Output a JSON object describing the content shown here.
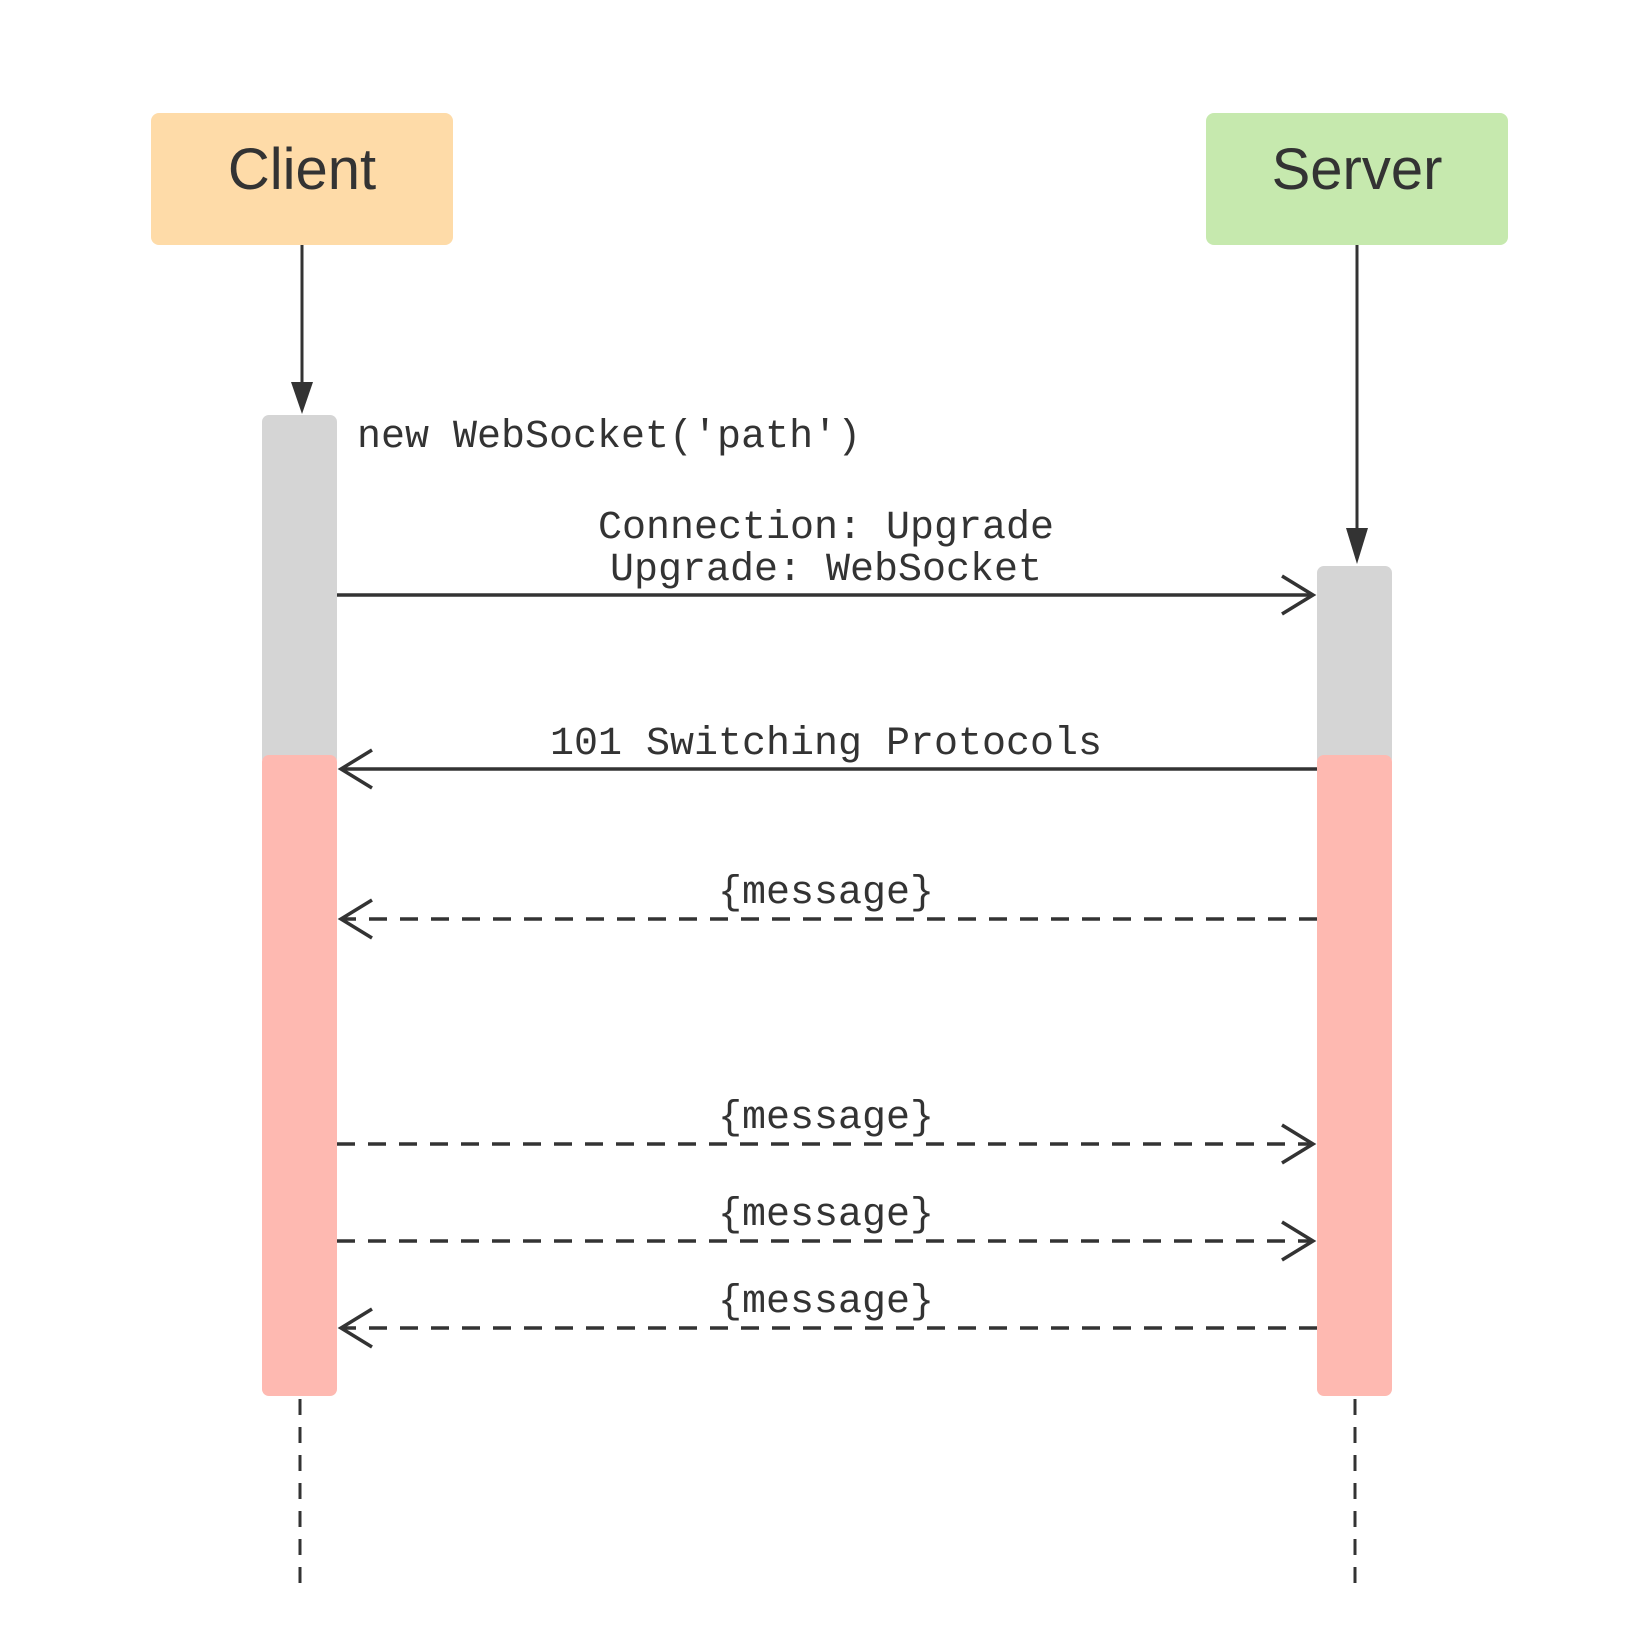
{
  "participants": {
    "client": {
      "label": "Client",
      "color": "#fedba8"
    },
    "server": {
      "label": "Server",
      "color": "#c6e9ae"
    }
  },
  "activation_colors": {
    "handshake": "#d5d5d5",
    "open": "#feb9b1"
  },
  "line_color": "#333333",
  "messages": {
    "create": {
      "label": "new WebSocket('path')"
    },
    "upgrade_request": {
      "line1": "Connection: Upgrade",
      "line2": "Upgrade: WebSocket",
      "direction": "client-to-server",
      "style": "solid"
    },
    "switching": {
      "label": "101 Switching Protocols",
      "direction": "server-to-client",
      "style": "solid"
    },
    "message_1": {
      "label": "{message}",
      "direction": "server-to-client",
      "style": "dashed"
    },
    "message_2": {
      "label": "{message}",
      "direction": "client-to-server",
      "style": "dashed"
    },
    "message_3": {
      "label": "{message}",
      "direction": "client-to-server",
      "style": "dashed"
    },
    "message_4": {
      "label": "{message}",
      "direction": "server-to-client",
      "style": "dashed"
    }
  }
}
